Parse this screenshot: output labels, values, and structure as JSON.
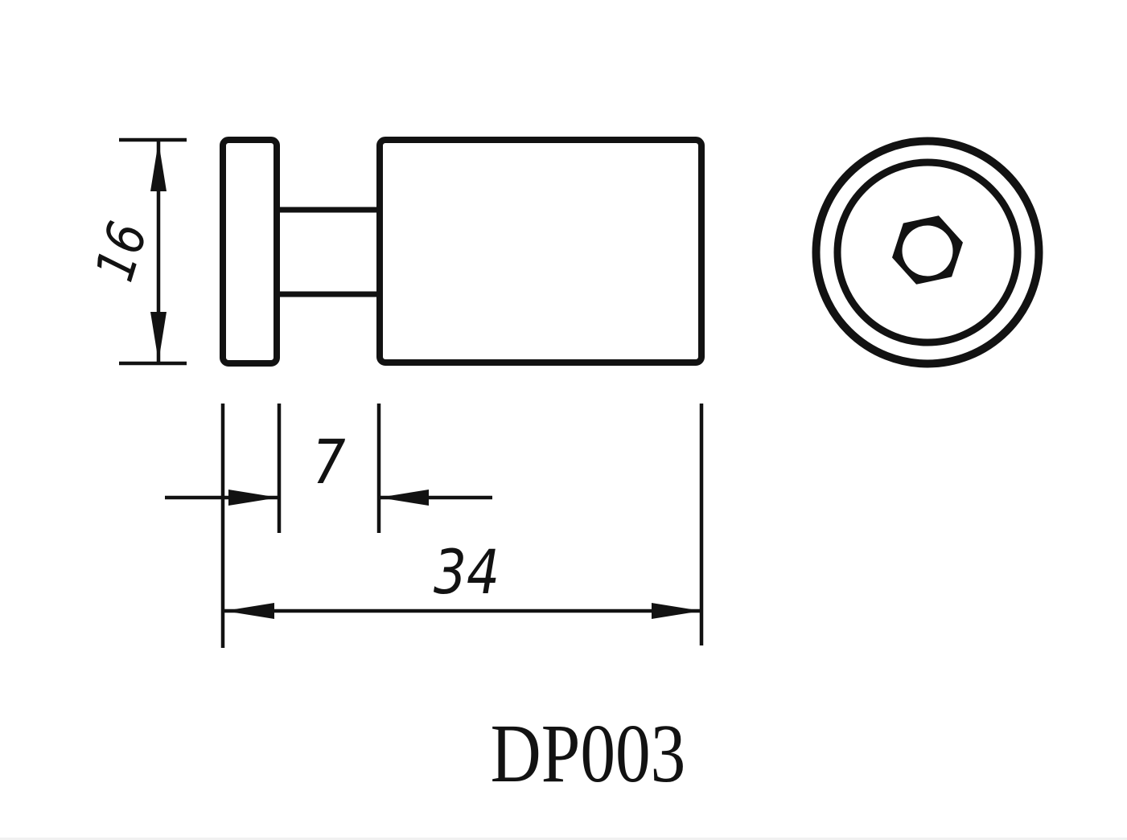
{
  "part": {
    "number": "DP003"
  },
  "dimensions": {
    "flange_height": "16",
    "spacer_gap": "7",
    "overall_length": "34"
  },
  "colors": {
    "ink": "#121212",
    "paper": "#ffffff"
  }
}
